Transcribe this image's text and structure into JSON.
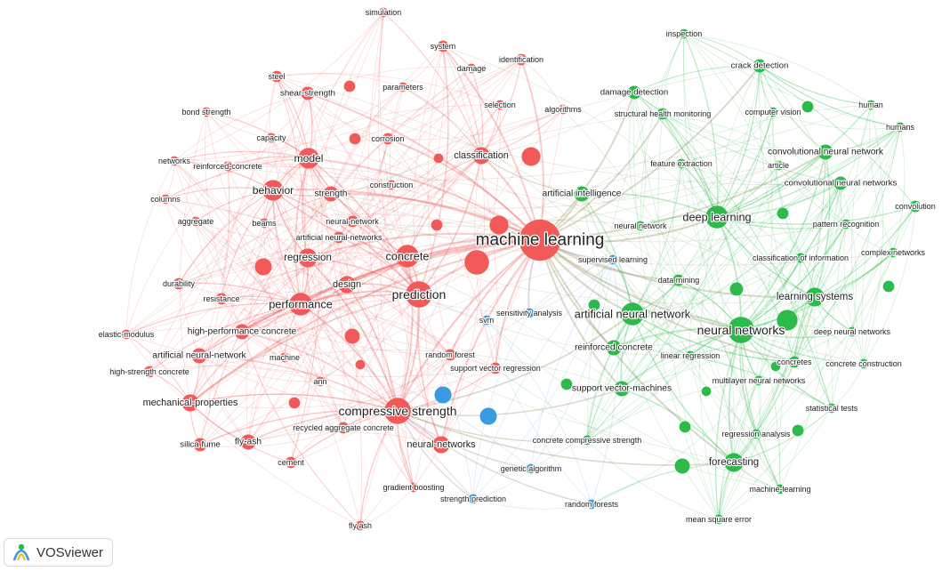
{
  "app": {
    "name": "VOSviewer",
    "logo_icon": "vosviewer-logo-icon"
  },
  "clusters": {
    "red": "#f25a5a",
    "green": "#2cbb4b",
    "blue": "#3a9be0"
  },
  "terms": [
    {
      "label": "machine learning",
      "cluster": "red",
      "w": 10
    },
    {
      "label": "compressive strength",
      "cluster": "red",
      "w": 6
    },
    {
      "label": "prediction",
      "cluster": "red",
      "w": 6
    },
    {
      "label": "concrete",
      "cluster": "red",
      "w": 5
    },
    {
      "label": "performance",
      "cluster": "red",
      "w": 5
    },
    {
      "label": "model",
      "cluster": "red",
      "w": 4.5
    },
    {
      "label": "behavior",
      "cluster": "red",
      "w": 4.5
    },
    {
      "label": "regression",
      "cluster": "red",
      "w": 4
    },
    {
      "label": "design",
      "cluster": "red",
      "w": 3.5
    },
    {
      "label": "classification",
      "cluster": "red",
      "w": 3.5
    },
    {
      "label": "mechanical-properties",
      "cluster": "red",
      "w": 3.5
    },
    {
      "label": "neural-networks",
      "cluster": "red",
      "w": 3.5
    },
    {
      "label": "strength",
      "cluster": "red",
      "w": 3
    },
    {
      "label": "high-performance concrete",
      "cluster": "red",
      "w": 3
    },
    {
      "label": "artificial neural-network",
      "cluster": "red",
      "w": 3
    },
    {
      "label": "fly-ash",
      "cluster": "red",
      "w": 3
    },
    {
      "label": "silica fume",
      "cluster": "red",
      "w": 2.5
    },
    {
      "label": "shear-strength",
      "cluster": "red",
      "w": 2.5
    },
    {
      "label": "system",
      "cluster": "red",
      "w": 2
    },
    {
      "label": "steel",
      "cluster": "red",
      "w": 2
    },
    {
      "label": "identification",
      "cluster": "red",
      "w": 2
    },
    {
      "label": "simulation",
      "cluster": "red",
      "w": 1.5
    },
    {
      "label": "damage",
      "cluster": "red",
      "w": 1.5
    },
    {
      "label": "parameters",
      "cluster": "red",
      "w": 1.5
    },
    {
      "label": "selection",
      "cluster": "red",
      "w": 1.5
    },
    {
      "label": "algorithms",
      "cluster": "red",
      "w": 1.5
    },
    {
      "label": "bond strength",
      "cluster": "red",
      "w": 1.5
    },
    {
      "label": "capacity",
      "cluster": "red",
      "w": 1.5
    },
    {
      "label": "corrosion",
      "cluster": "red",
      "w": 2
    },
    {
      "label": "networks",
      "cluster": "red",
      "w": 1.5
    },
    {
      "label": "reinforced-concrete",
      "cluster": "red",
      "w": 1.5
    },
    {
      "label": "construction",
      "cluster": "red",
      "w": 1.5
    },
    {
      "label": "columns",
      "cluster": "red",
      "w": 1.5
    },
    {
      "label": "neural-network",
      "cluster": "red",
      "w": 2
    },
    {
      "label": "aggregate",
      "cluster": "red",
      "w": 1.5
    },
    {
      "label": "beams",
      "cluster": "red",
      "w": 1.5
    },
    {
      "label": "artificial neural-networks",
      "cluster": "red",
      "w": 2
    },
    {
      "label": "durability",
      "cluster": "red",
      "w": 2
    },
    {
      "label": "resistance",
      "cluster": "red",
      "w": 2
    },
    {
      "label": "elastic-modulus",
      "cluster": "red",
      "w": 1.5
    },
    {
      "label": "machine",
      "cluster": "red",
      "w": 1.5
    },
    {
      "label": "high-strength concrete",
      "cluster": "red",
      "w": 2
    },
    {
      "label": "random forest",
      "cluster": "red",
      "w": 2
    },
    {
      "label": "support vector regression",
      "cluster": "red",
      "w": 2
    },
    {
      "label": "ann",
      "cluster": "red",
      "w": 1.5
    },
    {
      "label": "recycled aggregate concrete",
      "cluster": "red",
      "w": 2
    },
    {
      "label": "cement",
      "cluster": "red",
      "w": 2
    },
    {
      "label": "gradient boosting",
      "cluster": "red",
      "w": 1.5
    },
    {
      "label": "fly ash",
      "cluster": "red",
      "w": 1.5
    },
    {
      "label": "neural networks",
      "cluster": "green",
      "w": 6
    },
    {
      "label": "deep learning",
      "cluster": "green",
      "w": 5
    },
    {
      "label": "artificial neural network",
      "cluster": "green",
      "w": 5
    },
    {
      "label": "learning systems",
      "cluster": "green",
      "w": 4
    },
    {
      "label": "forecasting",
      "cluster": "green",
      "w": 4
    },
    {
      "label": "support vector-machines",
      "cluster": "green",
      "w": 3
    },
    {
      "label": "reinforced concrete",
      "cluster": "green",
      "w": 3
    },
    {
      "label": "artificial intelligence",
      "cluster": "green",
      "w": 3
    },
    {
      "label": "convolutional neural network",
      "cluster": "green",
      "w": 3
    },
    {
      "label": "convolutional neural networks",
      "cluster": "green",
      "w": 2.5
    },
    {
      "label": "crack detection",
      "cluster": "green",
      "w": 2.5
    },
    {
      "label": "damage detection",
      "cluster": "green",
      "w": 2.5
    },
    {
      "label": "structural health monitoring",
      "cluster": "green",
      "w": 2
    },
    {
      "label": "data mining",
      "cluster": "green",
      "w": 2
    },
    {
      "label": "concretes",
      "cluster": "green",
      "w": 2
    },
    {
      "label": "inspection",
      "cluster": "green",
      "w": 1.5
    },
    {
      "label": "computer vision",
      "cluster": "green",
      "w": 1.5
    },
    {
      "label": "human",
      "cluster": "green",
      "w": 1.5
    },
    {
      "label": "humans",
      "cluster": "green",
      "w": 1.5
    },
    {
      "label": "article",
      "cluster": "green",
      "w": 1.5
    },
    {
      "label": "feature extraction",
      "cluster": "green",
      "w": 1.5
    },
    {
      "label": "convolution",
      "cluster": "green",
      "w": 2
    },
    {
      "label": "neural network",
      "cluster": "green",
      "w": 1.5
    },
    {
      "label": "pattern recognition",
      "cluster": "green",
      "w": 1.5
    },
    {
      "label": "complex networks",
      "cluster": "green",
      "w": 1.5
    },
    {
      "label": "classification of information",
      "cluster": "green",
      "w": 1.5
    },
    {
      "label": "deep neural networks",
      "cluster": "green",
      "w": 1.5
    },
    {
      "label": "linear regression",
      "cluster": "green",
      "w": 1.5
    },
    {
      "label": "concrete construction",
      "cluster": "green",
      "w": 1.5
    },
    {
      "label": "multilayer neural networks",
      "cluster": "green",
      "w": 1.5
    },
    {
      "label": "statistical tests",
      "cluster": "green",
      "w": 1.5
    },
    {
      "label": "regression analysis",
      "cluster": "green",
      "w": 1.5
    },
    {
      "label": "concrete compressive strength",
      "cluster": "green",
      "w": 1.5
    },
    {
      "label": "machine-learning",
      "cluster": "green",
      "w": 1.5
    },
    {
      "label": "mean square error",
      "cluster": "green",
      "w": 1.5
    },
    {
      "label": "supervised learning",
      "cluster": "blue",
      "w": 1.5
    },
    {
      "label": "sensitivity analysis",
      "cluster": "blue",
      "w": 1.5
    },
    {
      "label": "svm",
      "cluster": "blue",
      "w": 1.5
    },
    {
      "label": "genetic algorithm",
      "cluster": "blue",
      "w": 1.5
    },
    {
      "label": "strength prediction",
      "cluster": "blue",
      "w": 1.5
    },
    {
      "label": "random forests",
      "cluster": "blue",
      "w": 1.5
    }
  ]
}
